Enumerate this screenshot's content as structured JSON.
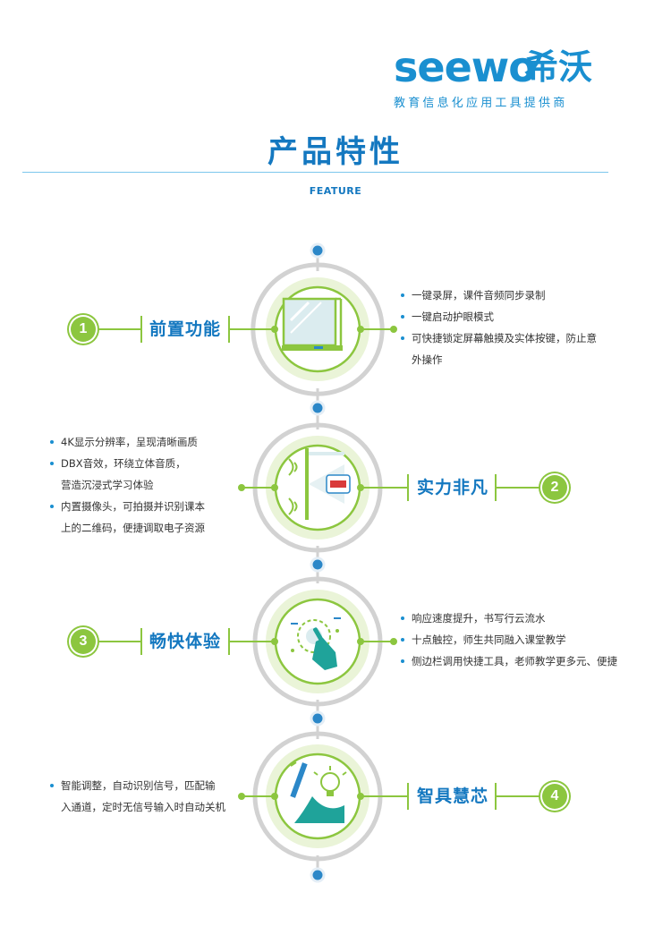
{
  "header": {
    "logo_word": "seewo",
    "logo_cn": "希沃",
    "tagline": "教育信息化应用工具提供商",
    "brand_color": "#1a8fd0"
  },
  "page": {
    "title": "产品特性",
    "subtitle": "FEATURE"
  },
  "colors": {
    "accent_green": "#8cc63f",
    "accent_blue": "#1478c0",
    "node_blue": "#2b87c8",
    "line_gray": "#d2d2d2"
  },
  "features": [
    {
      "number": "1",
      "label": "前置功能",
      "icon": "screen-icon",
      "points": [
        "一键录屏，课件音频同步录制",
        "一键启动护眼模式",
        "可快捷锁定屏幕触摸及实体按键，防止意",
        "外操作"
      ]
    },
    {
      "number": "2",
      "label": "实力非凡",
      "icon": "camera-sound-icon",
      "points": [
        "4K显示分辨率，呈现清晰画质",
        "DBX音效，环绕立体音质，",
        "营造沉浸式学习体验",
        "内置摄像头，可拍摄并识别课本",
        "上的二维码，便捷调取电子资源"
      ]
    },
    {
      "number": "3",
      "label": "畅快体验",
      "icon": "touch-hand-icon",
      "points": [
        "响应速度提升，书写行云流水",
        "十点触控，师生共同融入课堂教学",
        "侧边栏调用快捷工具，老师教学更多元、便捷"
      ]
    },
    {
      "number": "4",
      "label": "智具慧芯",
      "icon": "smart-pen-icon",
      "points": [
        "智能调整，自动识别信号，匹配输",
        "入通道，定时无信号输入时自动关机"
      ]
    }
  ]
}
